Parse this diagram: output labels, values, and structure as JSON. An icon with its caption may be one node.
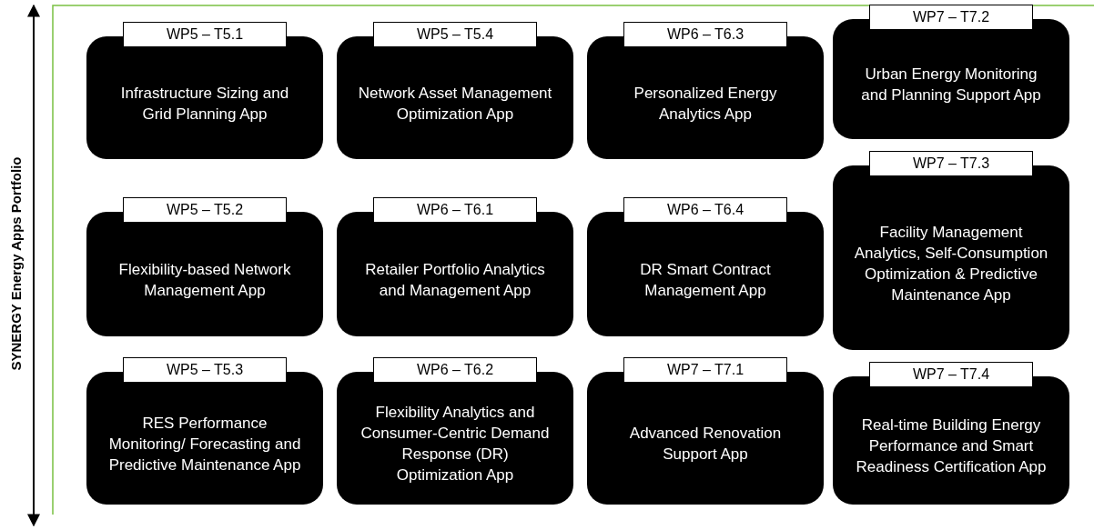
{
  "diagram": {
    "nodes": [
      {
        "text": [
          "WP5 – T5.1",
          "Infrastructure Sizing and Grid Planning App"
        ]
      },
      {
        "text": [
          "WP5 – T5.4",
          "Network Asset Management Optimization App"
        ]
      },
      {
        "text": [
          "WP6 – T6.3",
          "Personalized Energy Analytics App"
        ]
      },
      {
        "text": [
          "WP7 – T7.2",
          "Urban Energy Monitoring and Planning Support App"
        ]
      },
      {
        "text": [
          "WP7 – T7.3",
          "Facility Management Analytics, Self-Consumption Optimization & Predictive Maintenance App"
        ]
      },
      {
        "text": [
          "WP5 – T5.2",
          "Flexibility-based Network Management App"
        ]
      },
      {
        "text": [
          "WP6 – T6.1",
          "Retailer Portfolio Analytics and Management App"
        ]
      },
      {
        "text": [
          "WP6 – T6.4",
          "DR Smart Contract Management App"
        ]
      },
      {
        "text": [
          "WP5 – T5.3",
          "RES Performance Monitoring/ Forecasting and Predictive Maintenance App"
        ]
      },
      {
        "text": [
          "WP6 – T6.2",
          "Flexibility Analytics and Consumer-Centric Demand Response (DR) Optimization App"
        ]
      },
      {
        "text": [
          "WP7 – T7.1",
          "Advanced Renovation Support App"
        ]
      },
      {
        "text": [
          "WP7 – T7.4",
          "Real-time Building Energy Performance and Smart Readiness Certification App"
        ]
      }
    ],
    "labels": [
      "SYNERGY Energy Apps Portfolio"
    ]
  }
}
